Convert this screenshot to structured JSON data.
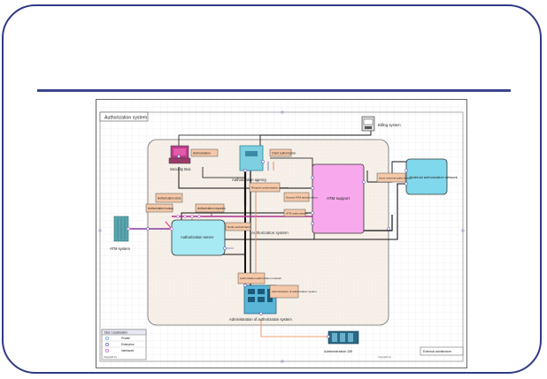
{
  "diagram": {
    "title": "Authorization system",
    "internal_title": "Authorization system",
    "footer_right": "External architecture",
    "footer_copyright": "Copyright (c) ...",
    "nodes": {
      "billing": "Billing system",
      "security_box": "Security Box",
      "auth_agency": "Authorization agency",
      "atm_support": "ATM support",
      "external_network": "External authorization network",
      "atm_system": "ATM system",
      "auth_server": "Authorization server",
      "admin_auth": "Administration of authorization system",
      "admin_db": "Administration DB"
    },
    "flow_labels": {
      "authorization": "Authorization",
      "client_authorization": "Client authorization",
      "authorization_store": "Authorization store",
      "authorization_lookup": "Authorization lookup",
      "authorization_requests": "Authorization requests",
      "request_auth_network": "Request authorization network",
      "access_atm_auth": "Access ATM authorization",
      "atm_authorization": "ATM authorization",
      "ext_auth": "Issue external authorization",
      "notify_auth": "Notify authorization",
      "auth_network": "Authorization authorization network",
      "admin_auth_system": "Administration of authorization system"
    },
    "legend": {
      "title": "Disc Localisation",
      "rows": [
        {
          "label": "Private",
          "color": "#4f8fd6"
        },
        {
          "label": "Enterprise",
          "color": "#3f3f9e"
        },
        {
          "label": "Interfaced",
          "color": "#c23fc2"
        }
      ]
    }
  }
}
